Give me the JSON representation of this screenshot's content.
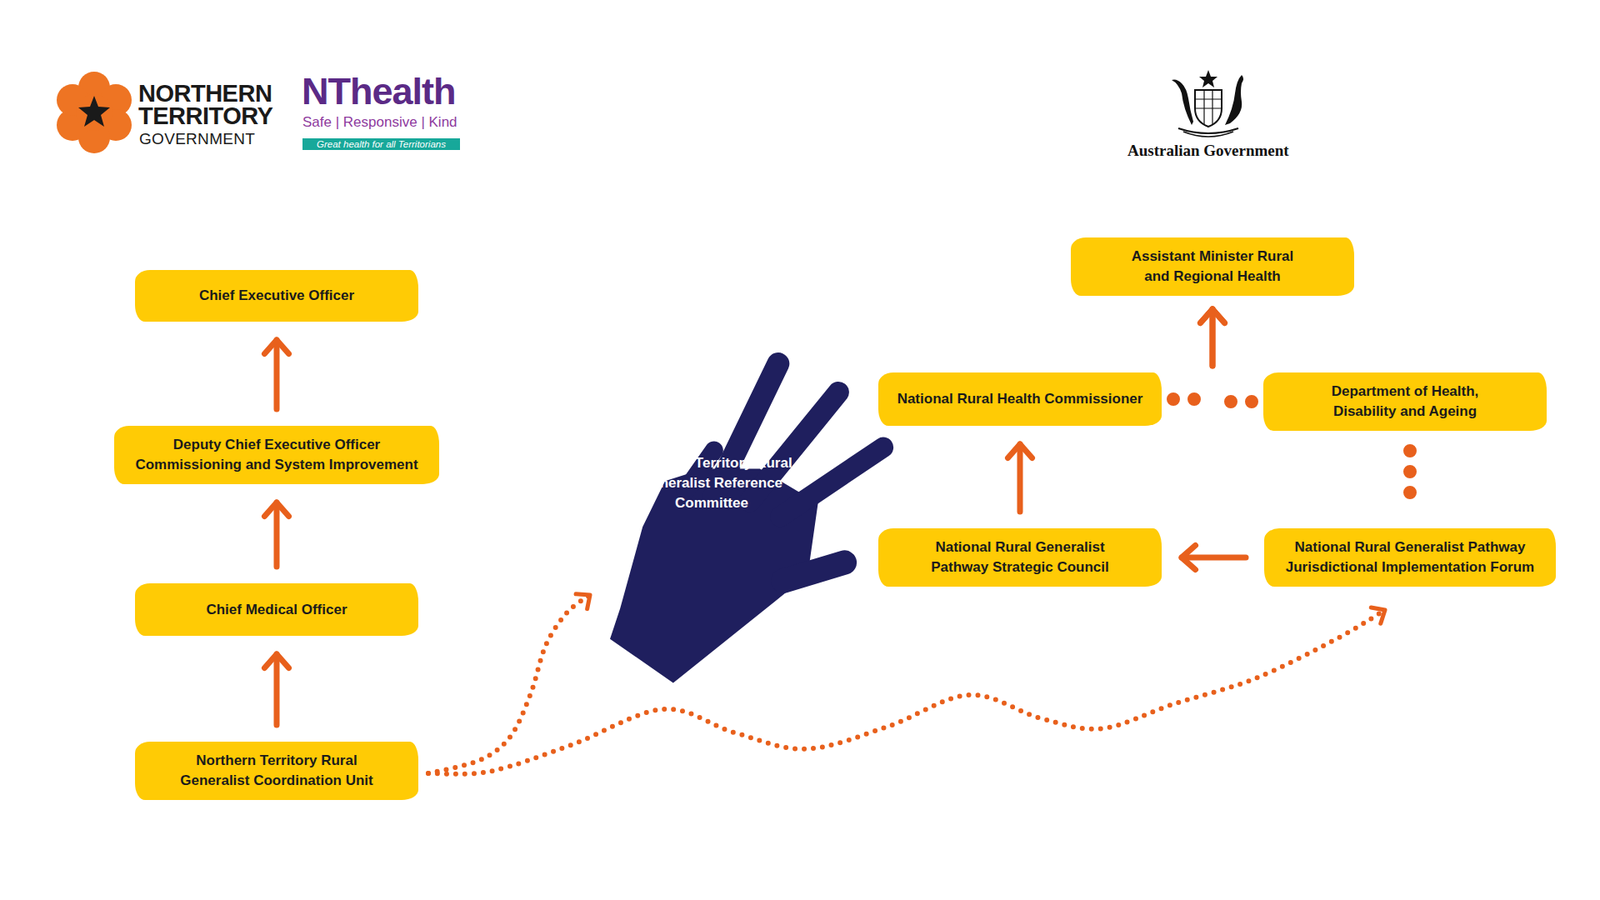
{
  "diagram": {
    "nodes": [
      {
        "text": [
          "Chief Executive Officer"
        ]
      },
      {
        "text": [
          "Deputy Chief Executive Officer Commissioning and System Improvement"
        ]
      },
      {
        "text": [
          "Chief Medical Officer"
        ]
      },
      {
        "text": [
          "Northern Territory Rural Generalist Coordination Unit"
        ]
      },
      {
        "text": [
          "Northern Territory Rural Generalist Reference Committee"
        ]
      },
      {
        "text": [
          "Assistant Minister Rural and Regional Health"
        ]
      },
      {
        "text": [
          "National Rural Health Commissioner"
        ]
      },
      {
        "text": [
          "Department of Health, Disability and Ageing"
        ]
      },
      {
        "text": [
          "National Rural Generalist Pathway Strategic Council"
        ]
      },
      {
        "text": [
          "National Rural Generalist Pathway Jurisdictional Implementation Forum"
        ]
      }
    ],
    "edges": [
      {
        "from": 3,
        "to": 2,
        "arrow": "to"
      },
      {
        "from": 2,
        "to": 1,
        "arrow": "to"
      },
      {
        "from": 1,
        "to": 0,
        "arrow": "to"
      },
      {
        "from": 3,
        "to": 4,
        "arrow": "to"
      },
      {
        "from": 3,
        "to": 9,
        "arrow": "to"
      },
      {
        "from": 9,
        "to": 8,
        "arrow": "to"
      },
      {
        "from": 8,
        "to": 6,
        "arrow": "to"
      },
      {
        "from": 6,
        "to": 5,
        "arrow": "to"
      },
      {
        "from": 7,
        "to": 5,
        "arrow": "to"
      },
      {
        "from": 7,
        "to": 9,
        "arrow": "none"
      }
    ],
    "labels": [
      "NORTHERN TERRITORY",
      "GOVERNMENT",
      "NThealth",
      "Safe | Responsive | Kind",
      "Great health for all Territorians",
      "Australian Government"
    ]
  }
}
